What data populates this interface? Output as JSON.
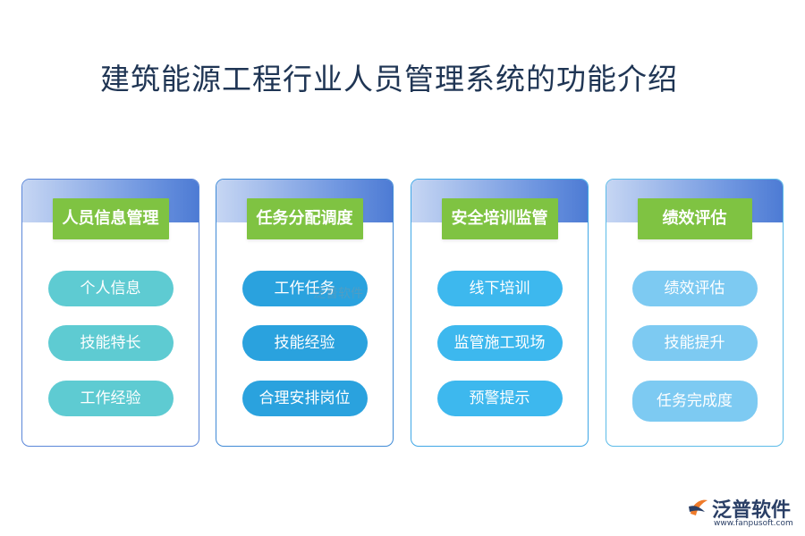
{
  "title": "建筑能源工程行业人员管理系统的功能介绍",
  "columns": [
    {
      "header": "人员信息管理",
      "accent": "#4a7fd6",
      "pill_color": "#5ecbd2",
      "items": [
        "个人信息",
        "技能特长",
        "工作经验"
      ]
    },
    {
      "header": "任务分配调度",
      "accent": "#4a7fd6",
      "pill_color": "#2aa2de",
      "items": [
        "工作任务",
        "技能经验",
        "合理安排岗位"
      ]
    },
    {
      "header": "安全培训监管",
      "accent": "#4a7fd6",
      "pill_color": "#3db8ee",
      "items": [
        "线下培训",
        "监管施工现场",
        "预警提示"
      ]
    },
    {
      "header": "绩效评估",
      "accent": "#4a7fd6",
      "pill_color": "#7dcaf2",
      "items": [
        "绩效评估",
        "技能提升",
        "任务完成度"
      ]
    }
  ],
  "header_color": "#7fc342",
  "watermark": "泛普软件",
  "logo": {
    "brand": "泛普软件",
    "url": "www.fanpusoft.com",
    "icon": "fanpu-logo-icon"
  }
}
